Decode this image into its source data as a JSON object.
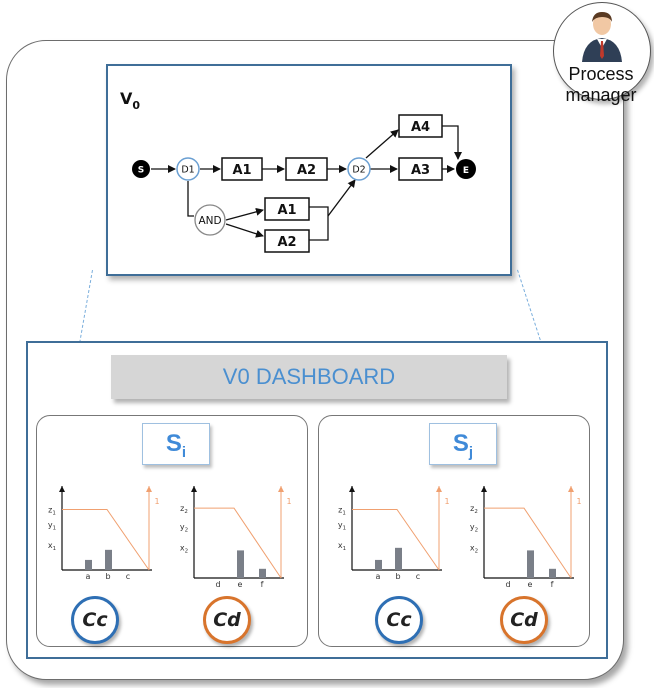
{
  "process_manager": {
    "label_line1": "Process",
    "label_line2": "manager",
    "icon": "person-avatar-icon"
  },
  "process_model": {
    "title_main": "V",
    "title_sub": "0",
    "nodes": {
      "start": "S",
      "end": "E",
      "d1": "D1",
      "d2": "D2",
      "and": "AND",
      "a1_top": "A1",
      "a2_top": "A2",
      "a3": "A3",
      "a4": "A4",
      "a1_bottom": "A1",
      "a2_bottom": "A2"
    }
  },
  "dashboard": {
    "title": "V0 DASHBOARD",
    "panels": [
      {
        "label_main": "S",
        "label_sub": "i",
        "cc_label": "Cc",
        "cd_label": "Cd",
        "cc_chart": {
          "y_ticks": [
            "z",
            "y",
            "x"
          ],
          "y_subs": [
            "1",
            "1",
            "1"
          ],
          "x_ticks": [
            "a",
            "b",
            "c"
          ],
          "right_label": "1",
          "bar_values": [
            1,
            2
          ]
        },
        "cd_chart": {
          "y_ticks": [
            "z",
            "y",
            "x"
          ],
          "y_subs": [
            "2",
            "2",
            "2"
          ],
          "x_ticks": [
            "d",
            "e",
            "f"
          ],
          "right_label": "1",
          "bar_values": [
            3,
            1
          ]
        }
      },
      {
        "label_main": "S",
        "label_sub": "j",
        "cc_label": "Cc",
        "cd_label": "Cd",
        "cc_chart": {
          "y_ticks": [
            "z",
            "y",
            "x"
          ],
          "y_subs": [
            "1",
            "1",
            "1"
          ],
          "x_ticks": [
            "a",
            "b",
            "c"
          ],
          "right_label": "1",
          "bar_values": [
            1,
            2.2
          ]
        },
        "cd_chart": {
          "y_ticks": [
            "z",
            "y",
            "x"
          ],
          "y_subs": [
            "2",
            "2",
            "2"
          ],
          "x_ticks": [
            "d",
            "e",
            "f"
          ],
          "right_label": "1",
          "bar_values": [
            3,
            1
          ]
        }
      }
    ]
  },
  "colors": {
    "frame_blue": "#3f6e98",
    "title_blue": "#4a8fd0",
    "orange": "#f0a070",
    "bar_gray": "#7a7f88",
    "cc_ring": "#2e6fb4",
    "cd_ring": "#d8742c"
  }
}
